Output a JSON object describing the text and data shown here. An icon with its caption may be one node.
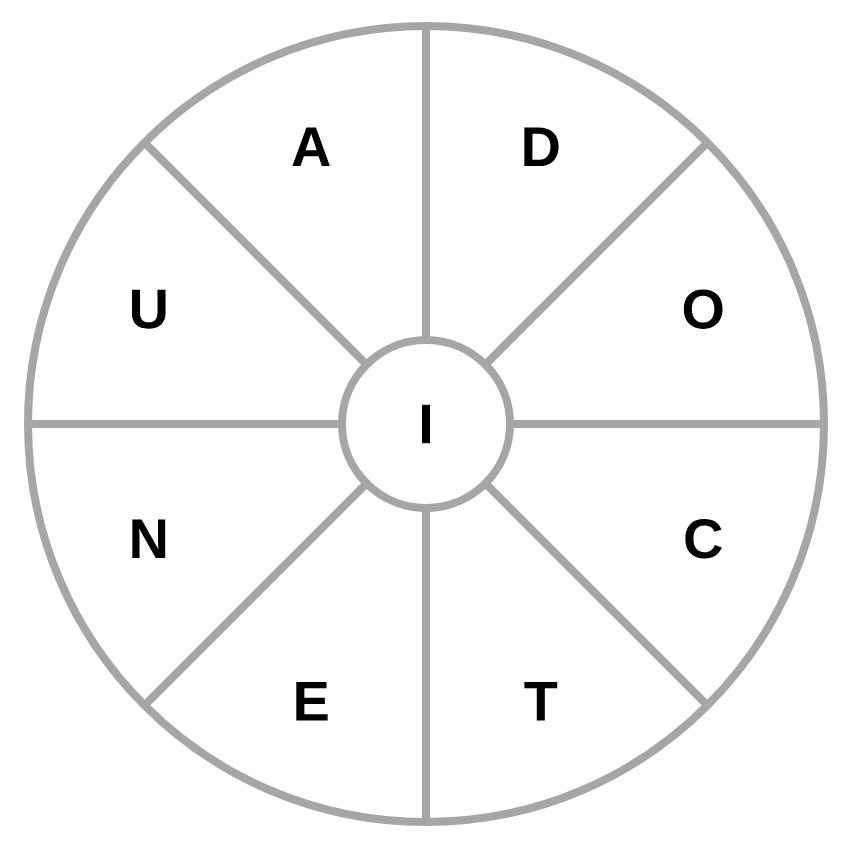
{
  "diagram": {
    "nodes": [
      {
        "text": [],
        "shape": "circle"
      },
      {
        "text": [
          "I"
        ],
        "in": 0
      },
      {
        "text": [
          "A"
        ],
        "in": 0
      },
      {
        "text": [
          "D"
        ],
        "in": 0
      },
      {
        "text": [
          "O"
        ],
        "in": 0
      },
      {
        "text": [
          "C"
        ],
        "in": 0
      },
      {
        "text": [
          "T"
        ],
        "in": 0
      },
      {
        "text": [
          "E"
        ],
        "in": 0
      },
      {
        "text": [
          "N"
        ],
        "in": 0
      },
      {
        "text": [
          "U"
        ],
        "in": 0
      }
    ]
  }
}
